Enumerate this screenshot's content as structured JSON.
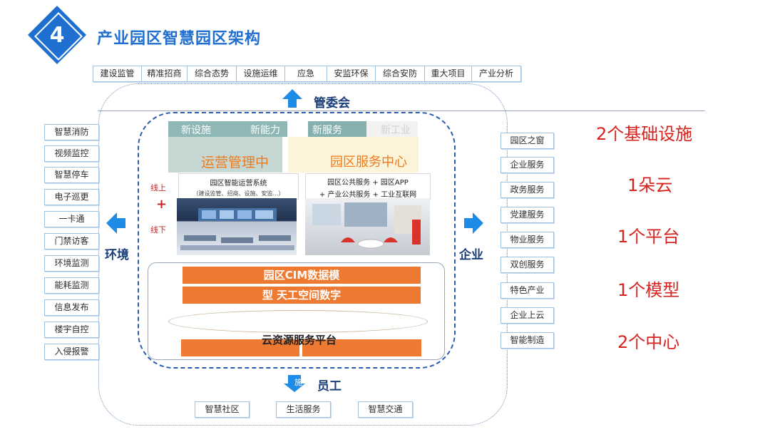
{
  "header": {
    "number": "4",
    "title": "产业园区智慧园区架构"
  },
  "top_row": [
    "建设监管",
    "精准招商",
    "综合态势",
    "设施运维",
    "应急",
    "安监环保",
    "综合安防",
    "重大项目",
    "产业分析"
  ],
  "arrows": {
    "up": "管委会",
    "left": "环境",
    "right": "企业",
    "down": "员工"
  },
  "left_column": [
    "智慧消防",
    "视频监控",
    "智慧停车",
    "电子巡更",
    "一卡通",
    "门禁访客",
    "环境监测",
    "能耗监测",
    "信息发布",
    "楼宇自控",
    "入侵报警"
  ],
  "right_column": [
    "园区之窗",
    "企业服务",
    "政务服务",
    "党建服务",
    "物业服务",
    "双创服务",
    "特色产业",
    "企业上云",
    "智能制造"
  ],
  "bottom_row": [
    "智慧社区",
    "生活服务",
    "智慧交通"
  ],
  "bands": [
    "新设施",
    "新能力",
    "新服务",
    "新工业"
  ],
  "ops_center": {
    "title": "运营管理中",
    "system_title": "园区智能运营系统",
    "system_sub": "（建设监管、招商、设施、安监…）",
    "online": "线上",
    "plus": "+",
    "offline": "线下"
  },
  "svc_center": {
    "title": "园区服务中心",
    "line1": "园区公共服务 + 园区APP",
    "line2": "+ 产业公共服务 + 工业互联网"
  },
  "model": {
    "bar1": "园区CIM数据模",
    "bar2": "型 天工空间数字",
    "cloud_label": "云资源服务平台",
    "arrow_char": "施"
  },
  "summary": [
    "2个基础设施",
    "1朵云",
    "1个平台",
    "1个模型",
    "2个中心"
  ],
  "colors": {
    "accent": "#1f6fd1",
    "arrow": "#1e8be6",
    "orange": "#ee7a32",
    "red": "#d6231f"
  }
}
